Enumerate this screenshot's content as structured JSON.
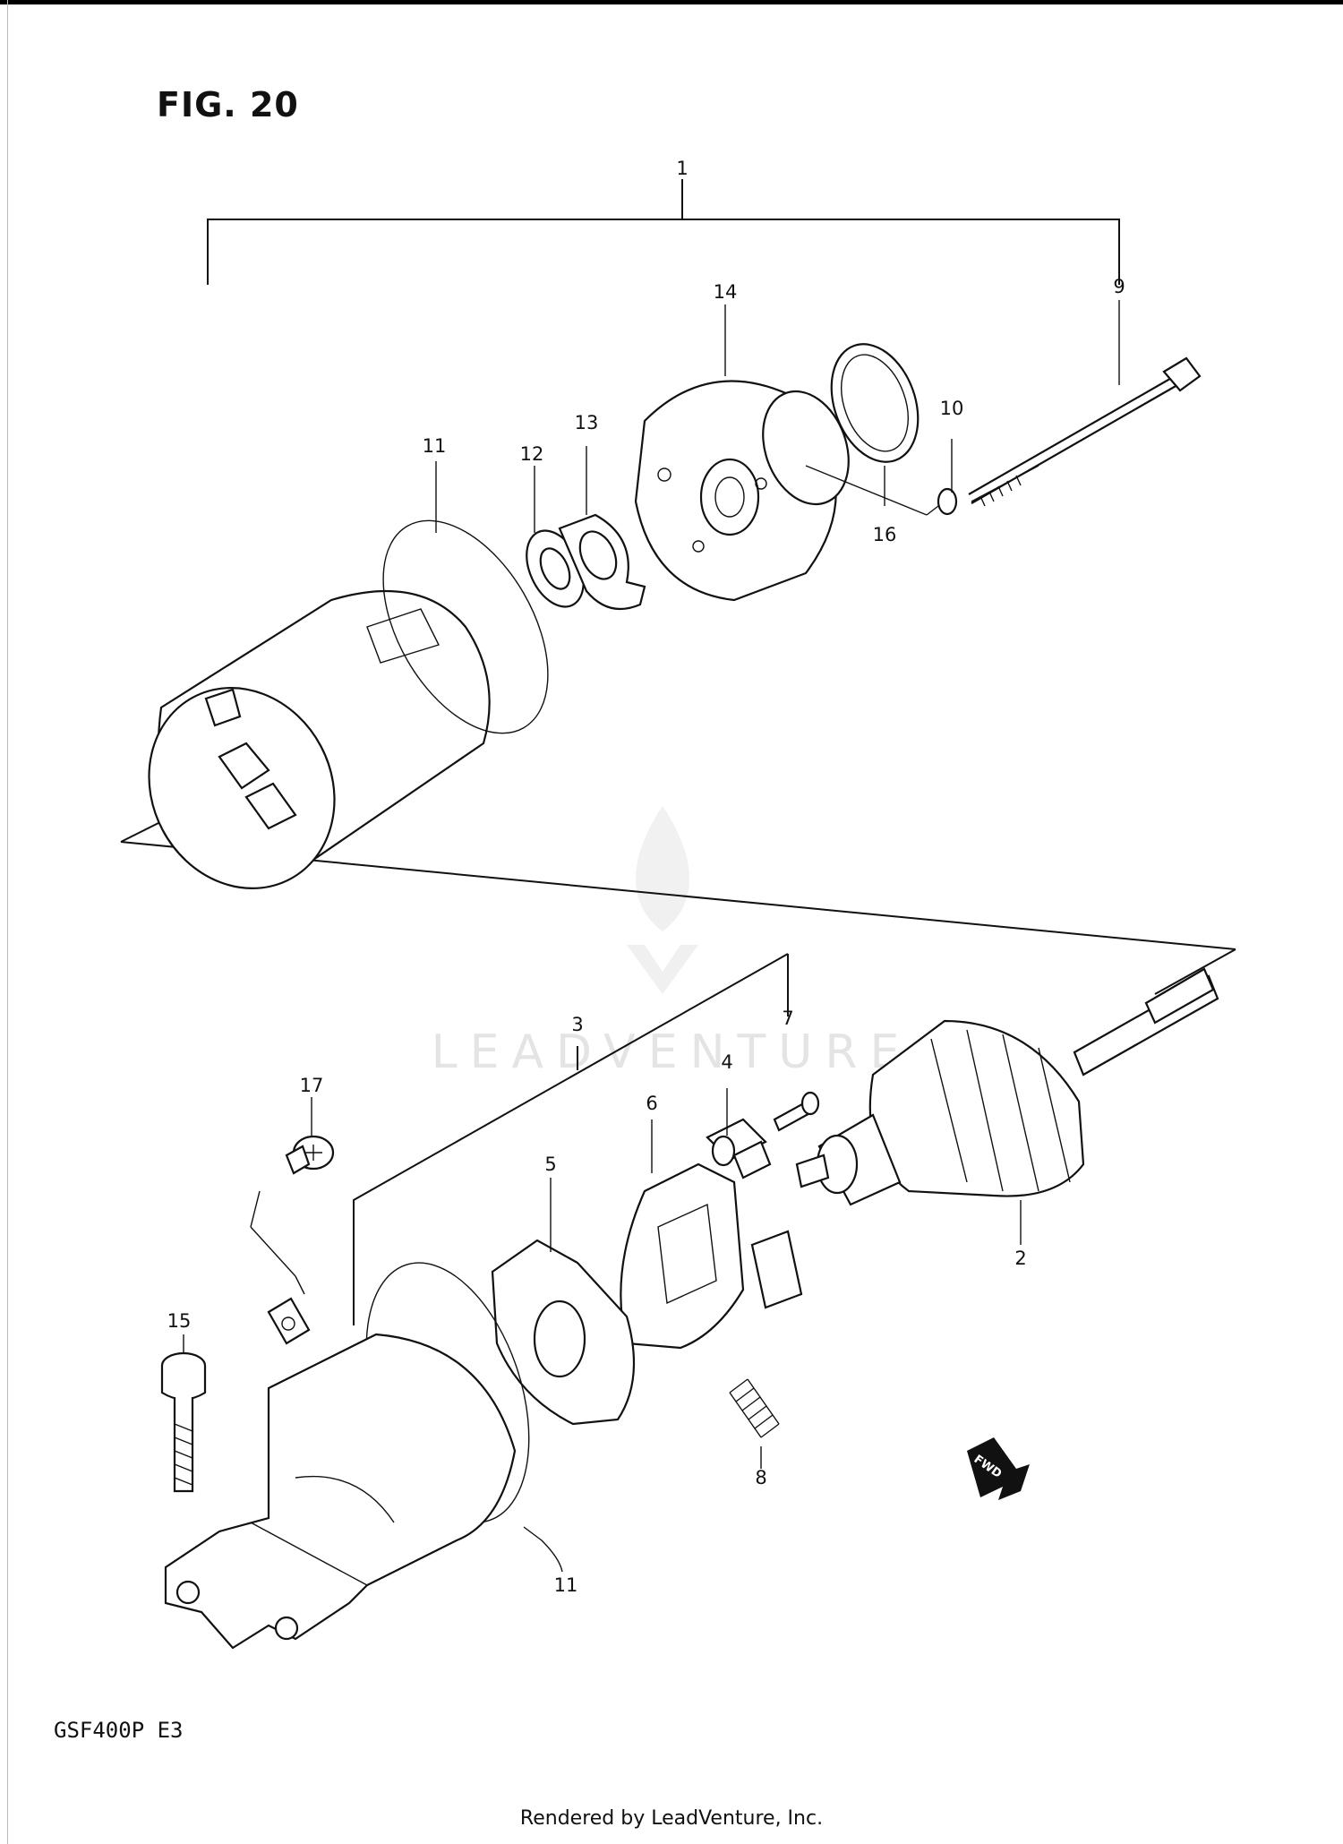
{
  "figure": {
    "title": "FIG. 20"
  },
  "model_code": "GSF400P  E3",
  "footer": {
    "credit": "Rendered by LeadVenture, Inc."
  },
  "watermark": {
    "text": "LEADVENTURE"
  },
  "fwd_badge": {
    "text": "FWD"
  },
  "callouts": {
    "c1": "1",
    "c2": "2",
    "c3": "3",
    "c4": "4",
    "c5": "5",
    "c6": "6",
    "c7": "7",
    "c8": "8",
    "c9": "9",
    "c10": "10",
    "c11_top": "11",
    "c11_bottom": "11",
    "c12": "12",
    "c13": "13",
    "c14": "14",
    "c15": "15",
    "c16": "16",
    "c17": "17"
  }
}
